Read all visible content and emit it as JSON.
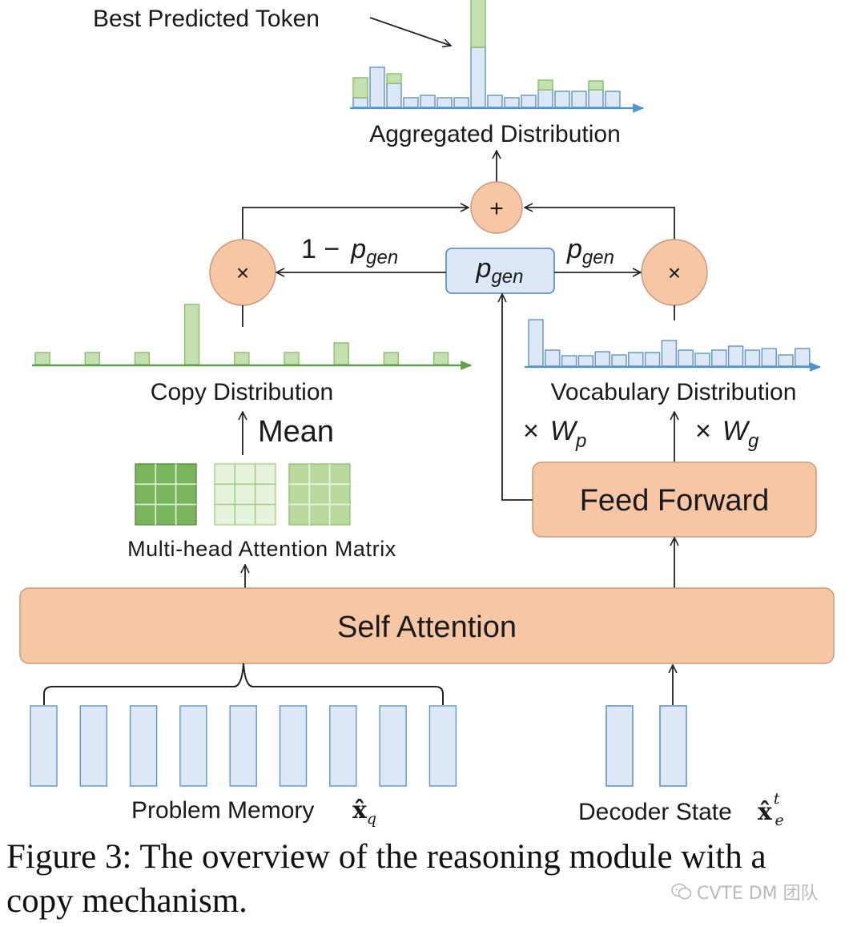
{
  "labels": {
    "best_predicted_token": "Best Predicted Token",
    "aggregated_distribution": "Aggregated Distribution",
    "plus": "+",
    "times": "×",
    "one_minus": "1 −",
    "p": "p",
    "gen": "gen",
    "copy_distribution": "Copy Distribution",
    "vocabulary_distribution": "Vocabulary Distribution",
    "mean": "Mean",
    "wp_times": "×",
    "wp_w": "W",
    "wp_sub": "p",
    "wg_times": "×",
    "wg_w": "W",
    "wg_sub": "g",
    "multi_head": "Multi-head Attention Matrix",
    "feed_forward": "Feed Forward",
    "self_attention": "Self Attention",
    "problem_memory": "Problem Memory",
    "xq_base": "x̂",
    "xq_sub": "q",
    "decoder_state": "Decoder State",
    "xe_base": "x̂",
    "xe_sub": "e",
    "xe_sup": "t"
  },
  "caption": {
    "line1": "Figure 3: The overview of the reasoning module with a",
    "line2": "copy mechanism."
  },
  "watermark": "CVTE DM 团队",
  "distributions": {
    "aggregated": {
      "blue": [
        12,
        50,
        30,
        12,
        15,
        12,
        12,
        75,
        15,
        12,
        15,
        22,
        20,
        20,
        22,
        20
      ]
    },
    "aggregated_green": [
      25,
      0,
      12,
      0,
      0,
      0,
      0,
      72,
      0,
      0,
      0,
      12,
      0,
      0,
      11,
      0
    ],
    "copy": [
      15,
      15,
      15,
      75,
      15,
      15,
      27,
      15,
      15
    ],
    "vocabulary": [
      58,
      20,
      13,
      13,
      18,
      14,
      17,
      17,
      32,
      20,
      16,
      20,
      25,
      20,
      22,
      14,
      22
    ]
  },
  "colors": {
    "orange_fill": "#f7c6a5",
    "orange_stroke": "#c79a7d",
    "blue_fill": "#dce8f5",
    "blue_stroke": "#5f94c9",
    "green_fill": "#c5e0b0",
    "green_stroke": "#8bbd6a",
    "copy_axis": "#5fa04a",
    "blue_axis": "#4f91d6",
    "matrix_dark": "#79b55d",
    "matrix_light": "#e6f2dc",
    "matrix_mid": "#b9d99f"
  }
}
